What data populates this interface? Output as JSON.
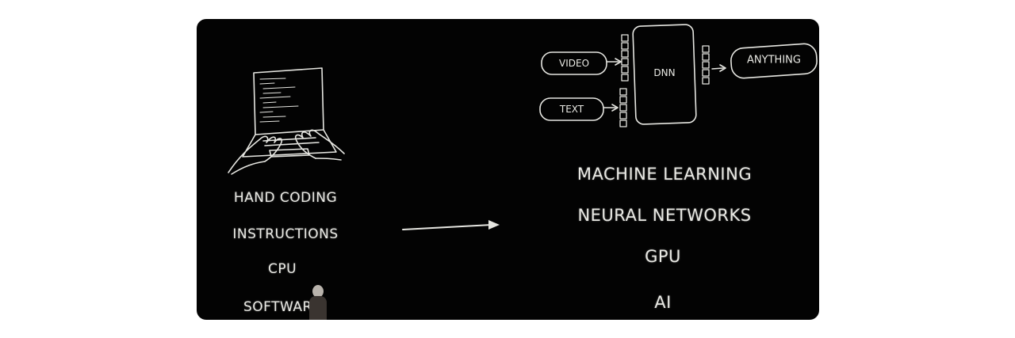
{
  "left_labels": {
    "hand_coding": "HAND CODING",
    "instructions": "INSTRUCTIONS",
    "cpu": "CPU",
    "software": "SOFTWARE"
  },
  "right_labels": {
    "machine_learning": "MACHINE LEARNING",
    "neural_networks": "NEURAL NETWORKS",
    "gpu": "GPU",
    "ai": "AI"
  },
  "diagram": {
    "video": "VIDEO",
    "text": "TEXT",
    "dnn": "DNN",
    "anything": "ANYTHING"
  },
  "icons": {
    "laptop": "laptop-hands-icon",
    "arrow": "arrow-right-icon"
  },
  "colors": {
    "background": "#030303",
    "chalk": "#e9e9e4"
  }
}
